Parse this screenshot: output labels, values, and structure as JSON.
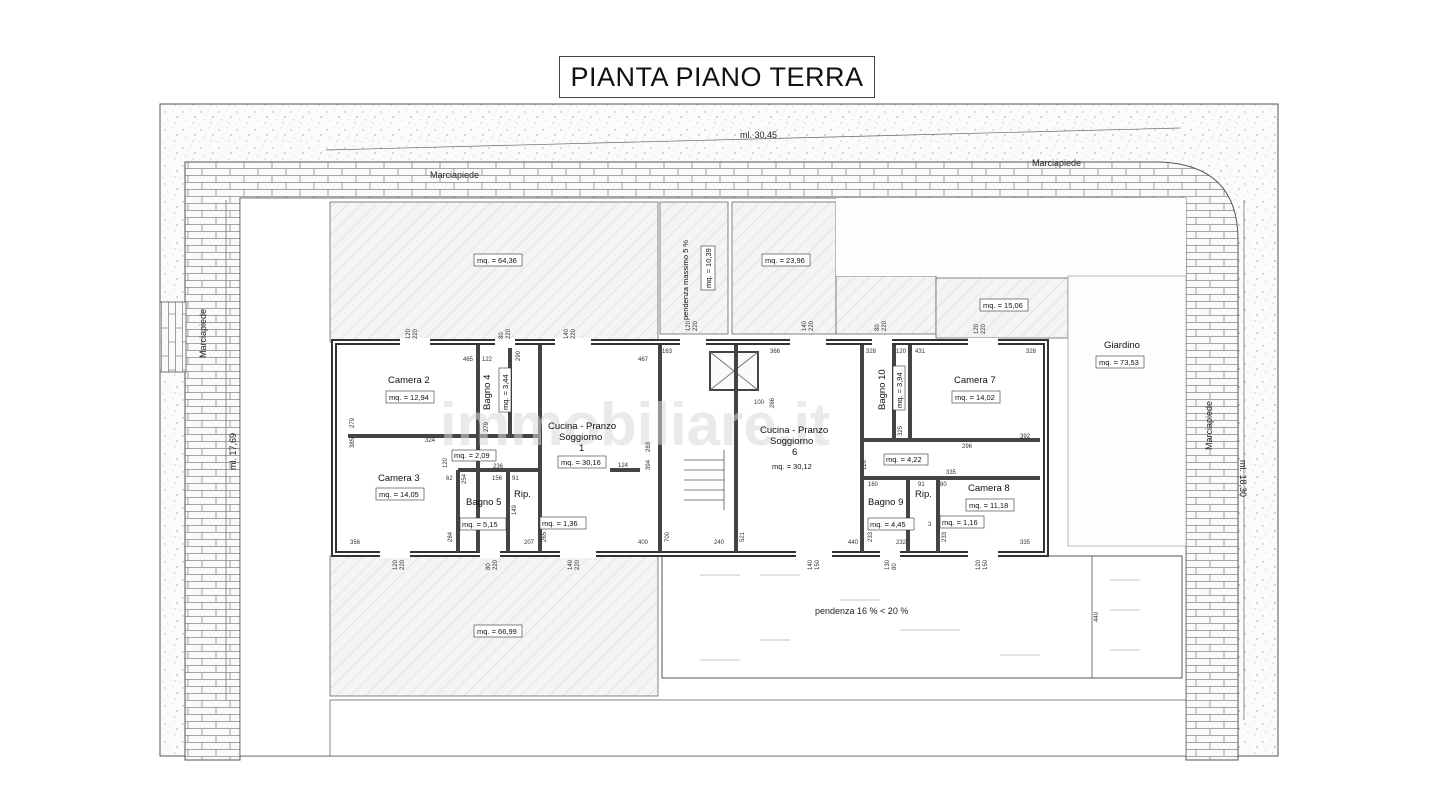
{
  "title": "PIANTA PIANO TERRA",
  "watermark": "immobiliare.it",
  "dimensions": {
    "top": "ml. 30,45",
    "left": "ml. 17,69",
    "right": "ml. 18,30",
    "ramp_height": "440"
  },
  "sidewalks": {
    "top_left": "Marciapiede",
    "top_right": "Marciapiede",
    "left": "Marciapiede",
    "right": "Marciapiede"
  },
  "ramps": {
    "main": "pendenza 16 % < 20 %",
    "side": "pendenza massimo 5 %",
    "side_area": "mq. = 10,39"
  },
  "garden": {
    "label": "Giardino",
    "area": "mq. = 73,53"
  },
  "yard_areas": {
    "top_left": "mq. = 64,36",
    "top_middle": "mq. = 23,96",
    "top_right": "mq. = 15,06",
    "bottom_left": "mq. = 66,99"
  },
  "rooms": [
    {
      "name": "Camera 2",
      "area": "mq. = 12,94"
    },
    {
      "name": "Camera 3",
      "area": "mq. = 14,05"
    },
    {
      "name": "Bagno 4",
      "area": "mq. = 3,44"
    },
    {
      "name": "Bagno 5",
      "area": "mq. = 5,15"
    },
    {
      "name": "Rip.",
      "area": "mq. = 1,36"
    },
    {
      "name": "Cucina - Pranzo",
      "name2": "Soggiorno",
      "num": "1",
      "area": "mq. = 30,16"
    },
    {
      "name": "Cucina - Pranzo",
      "name2": "Soggiorno",
      "num": "6",
      "area": "mq. = 30,12"
    },
    {
      "name": "Bagno 10",
      "area": "mq. = 3,94"
    },
    {
      "name": "Camera 7",
      "area": "mq. = 14,02"
    },
    {
      "name": "Bagno 9",
      "area": "mq. = 4,45"
    },
    {
      "name": "Rip.",
      "area": "mq. = 1,16"
    },
    {
      "name": "Camera 8",
      "area": "mq. = 11,18"
    }
  ],
  "small_areas": {
    "corridor_left": "mq. = 2,09",
    "corridor_right": "mq. = 4,22"
  },
  "dims": {
    "d465": "465",
    "d122": "122",
    "d290": "290",
    "d467": "467",
    "d163": "163",
    "d366": "366",
    "d328": "328",
    "d120": "120",
    "d431": "431",
    "d328b": "328",
    "d279": "279",
    "d385": "385",
    "d324": "324",
    "d279b": "279",
    "d120b": "120",
    "d254": "254",
    "d236": "236",
    "d156": "156",
    "d91": "91",
    "d62": "62",
    "d149": "149",
    "d124": "124",
    "d394": "394",
    "d283": "283",
    "d356": "356",
    "d284": "284",
    "d207": "207",
    "d265": "265",
    "d400": "400",
    "d700": "700",
    "d240": "240",
    "d521": "521",
    "d440": "440",
    "d233": "233",
    "d232": "232",
    "d233b": "233",
    "d335": "335",
    "d3": "3",
    "d266": "266",
    "d100": "100",
    "d325": "325",
    "d392": "392",
    "d296": "296",
    "d335b": "335",
    "d160": "160",
    "d91b": "91",
    "d80": "80",
    "d120c": "120",
    "w1": "120",
    "w1b": "220",
    "w2": "80",
    "w2b": "220",
    "w3": "140",
    "w3b": "220",
    "w4": "120",
    "w4b": "220",
    "w5": "140",
    "w5b": "220",
    "w6": "80",
    "w6b": "220",
    "w7": "120",
    "w7b": "220",
    "b1": "120",
    "b1b": "220",
    "b2": "80",
    "b2b": "220",
    "b3": "140",
    "b3b": "220",
    "b4": "140",
    "b4b": "150",
    "b5": "130",
    "b5b": "80",
    "b6": "120",
    "b6b": "150"
  }
}
